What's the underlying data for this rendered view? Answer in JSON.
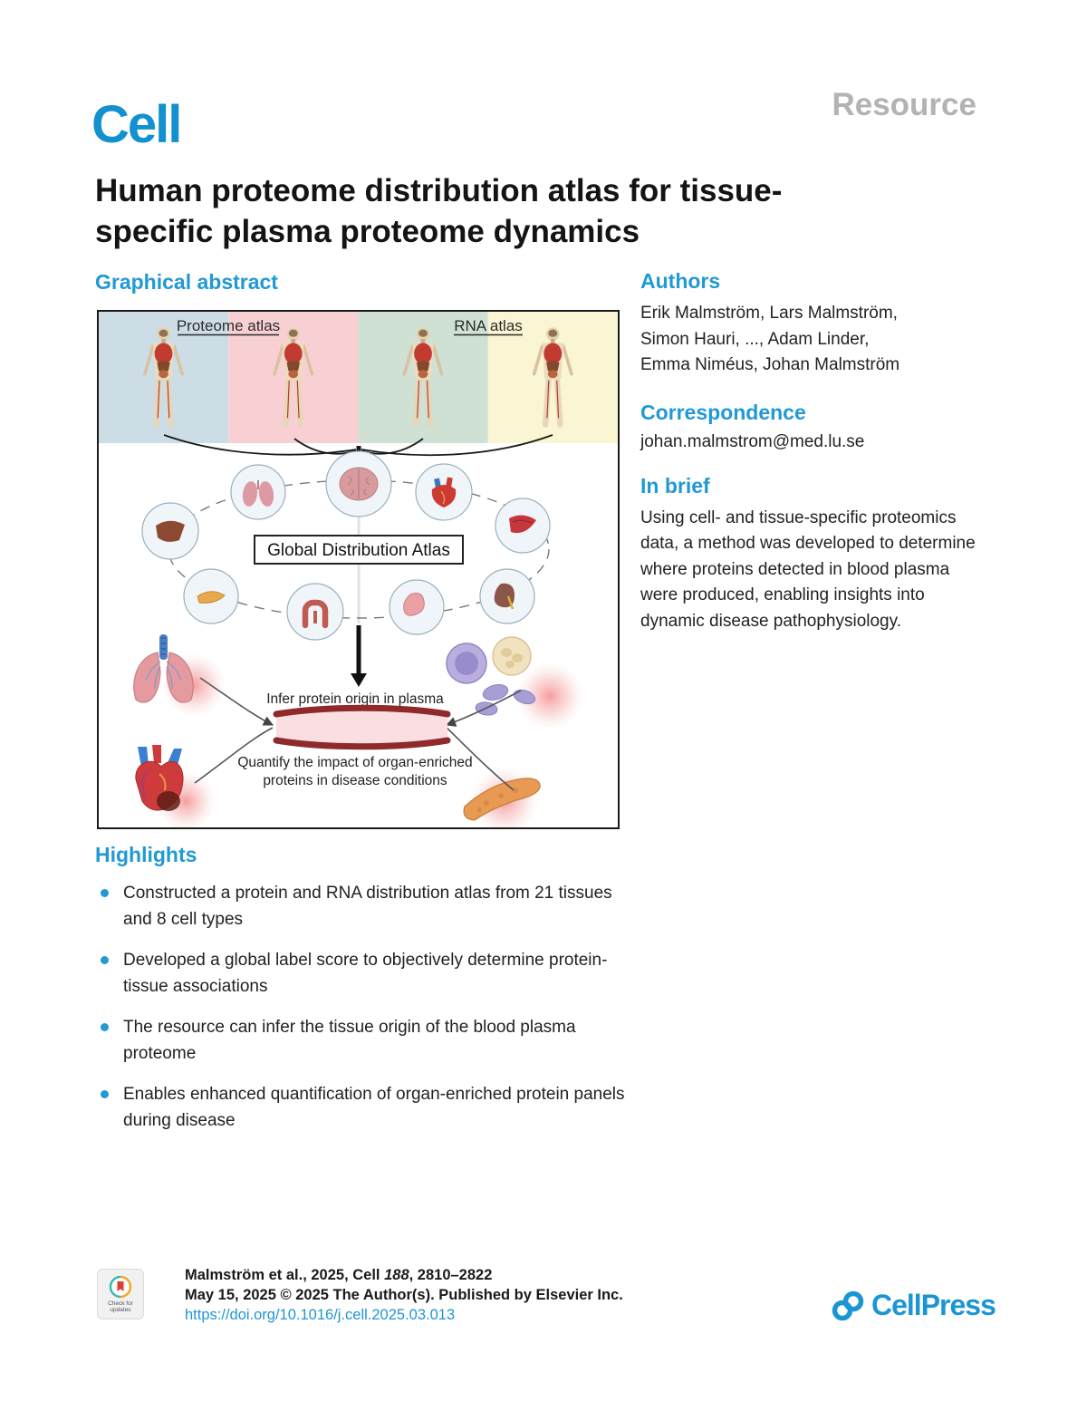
{
  "journal": {
    "logo_text": "Cell",
    "article_type": "Resource"
  },
  "title": {
    "line1": "Human proteome distribution atlas for tissue-",
    "line2": "specific plasma proteome dynamics"
  },
  "sections": {
    "graphical_abstract": {
      "heading": "Graphical abstract"
    },
    "authors": {
      "heading": "Authors",
      "lines": [
        "Erik Malmström, Lars Malmström,",
        "Simon Hauri, ..., Adam Linder,",
        "Emma Niméus, Johan Malmström"
      ]
    },
    "correspondence": {
      "heading": "Correspondence",
      "email": "johan.malmstrom@med.lu.se"
    },
    "in_brief": {
      "heading": "In brief",
      "text": "Using cell- and tissue-specific proteomics data, a method was developed to determine where proteins detected in blood plasma were produced, enabling insights into dynamic disease pathophysiology."
    },
    "highlights": {
      "heading": "Highlights",
      "items": [
        "Constructed a protein and RNA distribution atlas from 21 tissues and 8 cell types",
        "Developed a global label score to objectively determine protein-tissue associations",
        "The resource can infer the tissue origin of the blood plasma proteome",
        "Enables enhanced quantification of organ-enriched protein panels during disease"
      ]
    }
  },
  "figure": {
    "proteome_atlas_label": "Proteome atlas",
    "rna_atlas_label": "RNA atlas",
    "panel_colors": [
      "#cddde5",
      "#f8d0d4",
      "#cfe0d4",
      "#faf5d2"
    ],
    "center_box_label": "Global Distribution Atlas",
    "infer_text": "Infer protein origin in plasma",
    "quantify_text_line1": "Quantify the impact of organ-enriched",
    "quantify_text_line2": "proteins in disease conditions",
    "ring_organ_icons": [
      "liver",
      "lungs",
      "brain",
      "heart",
      "muscle",
      "kidney",
      "stomach",
      "intestine",
      "pancreas"
    ],
    "disease_icons": [
      "lungs",
      "heart",
      "immune-cells",
      "pancreas"
    ],
    "vessel_color": "#8e2a2c"
  },
  "footer": {
    "update_badge": "Check for updates",
    "citation": {
      "authors_part": "Malmström et al., 2025, Cell ",
      "volume": "188",
      "pages": ", 2810–2822"
    },
    "license_line": "May 15, 2025 © 2025 The Author(s). Published by Elsevier Inc.",
    "doi": "https://doi.org/10.1016/j.cell.2025.03.013",
    "publisher_logo": "CellPress"
  },
  "colors": {
    "accent_blue": "#2199d4",
    "cell_logo_blue": "#1390d0",
    "resource_gray": "#b3b3b3",
    "link_blue": "#2196d3"
  }
}
